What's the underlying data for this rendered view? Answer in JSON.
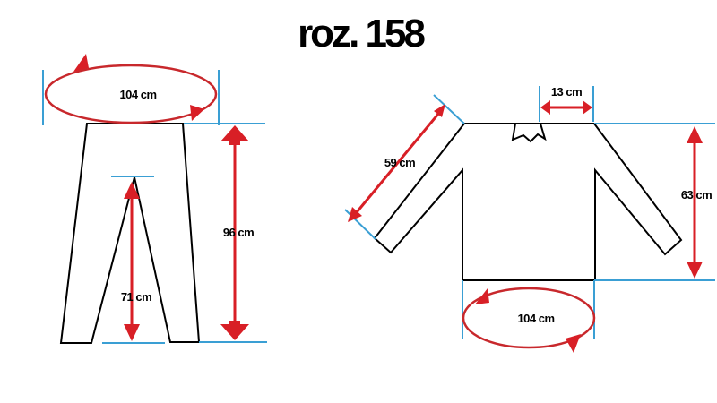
{
  "title": "roz. 158",
  "pants": {
    "waist_label": "104 cm",
    "length_label": "96 cm",
    "inseam_label": "71 cm"
  },
  "sweater": {
    "neck_label": "13 cm",
    "sleeve_label": "59 cm",
    "length_label": "63 cm",
    "hem_label": "104 cm"
  },
  "colors": {
    "measure_arrow": "#d81f26",
    "guide_line": "#3a9fd4",
    "outline": "#000000"
  }
}
